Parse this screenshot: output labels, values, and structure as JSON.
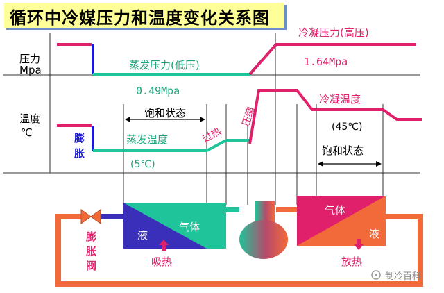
{
  "title": "循环中冷媒压力和温度变化关系图",
  "axis": {
    "pressure_label_1": "压力",
    "pressure_label_2": "Mpa",
    "temperature_label_1": "温度",
    "temperature_label_2": "℃"
  },
  "pressure": {
    "high_label": "冷凝压力(高压)",
    "high_value": "1.64Mpa",
    "low_label": "蒸发压力(低压)",
    "low_value": "0.49Mpa"
  },
  "temperature": {
    "expansion_label_1": "膨",
    "expansion_label_2": "胀",
    "saturated_low": "饱和状态",
    "evap_temp_label": "蒸发温度",
    "evap_temp_value": "(5℃)",
    "superheat": "过热",
    "compression": "压缩",
    "cond_temp_label": "冷凝温度",
    "cond_temp_value": "(45℃)",
    "saturated_high": "饱和状态"
  },
  "components": {
    "valve_1": "膨",
    "valve_2": "胀",
    "valve_3": "阀",
    "evap_liquid": "液",
    "evap_gas": "气体",
    "absorb_heat": "吸热",
    "cond_gas": "气体",
    "cond_liquid": "液",
    "release_heat": "放热"
  },
  "watermark": "制冷百科",
  "colors": {
    "pink": "#e0206a",
    "green": "#1fc49a",
    "blue": "#1a1ad0",
    "orange": "#f26a3a",
    "navy": "#3a2fb8",
    "title_bg": "#ffff99"
  }
}
